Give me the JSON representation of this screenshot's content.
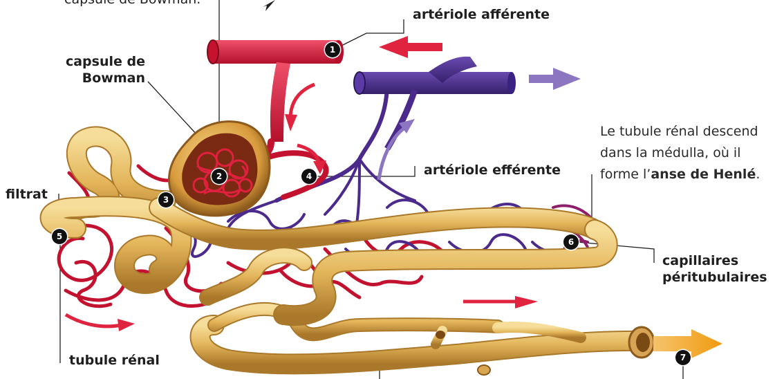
{
  "colors": {
    "artery": "#d9183a",
    "vein": "#4b2a8c",
    "tubule": "#e3b55a",
    "tubule_light": "#f6de9a",
    "tubule_dark": "#a9782a",
    "arrow_red": "#e0243f",
    "arrow_violet": "#8c76c2",
    "arrow_orange": "#f0a21e",
    "badge": "#111111",
    "leader": "#1f1f1f"
  },
  "labels": {
    "top_fragment": "capsule de Bowman.",
    "arteriole_afferente": "artériole afférente",
    "capsule_de_bowman_line1": "capsule de",
    "capsule_de_bowman_line2": "Bowman",
    "filtrat": "filtrat",
    "arteriole_efferente": "artériole efférente",
    "tubule_renal": "tubule rénal",
    "capillaires_line1": "capillaires",
    "capillaires_line2": "péritubulaires"
  },
  "henle_note": {
    "line1": "Le tubule rénal descend",
    "line2": "dans la médulla, où il",
    "line3_prefix": "forme l’",
    "line3_bold": "anse de Henlé",
    "line3_suffix": "."
  },
  "badges": [
    "1",
    "2",
    "3",
    "4",
    "5",
    "6",
    "7"
  ]
}
